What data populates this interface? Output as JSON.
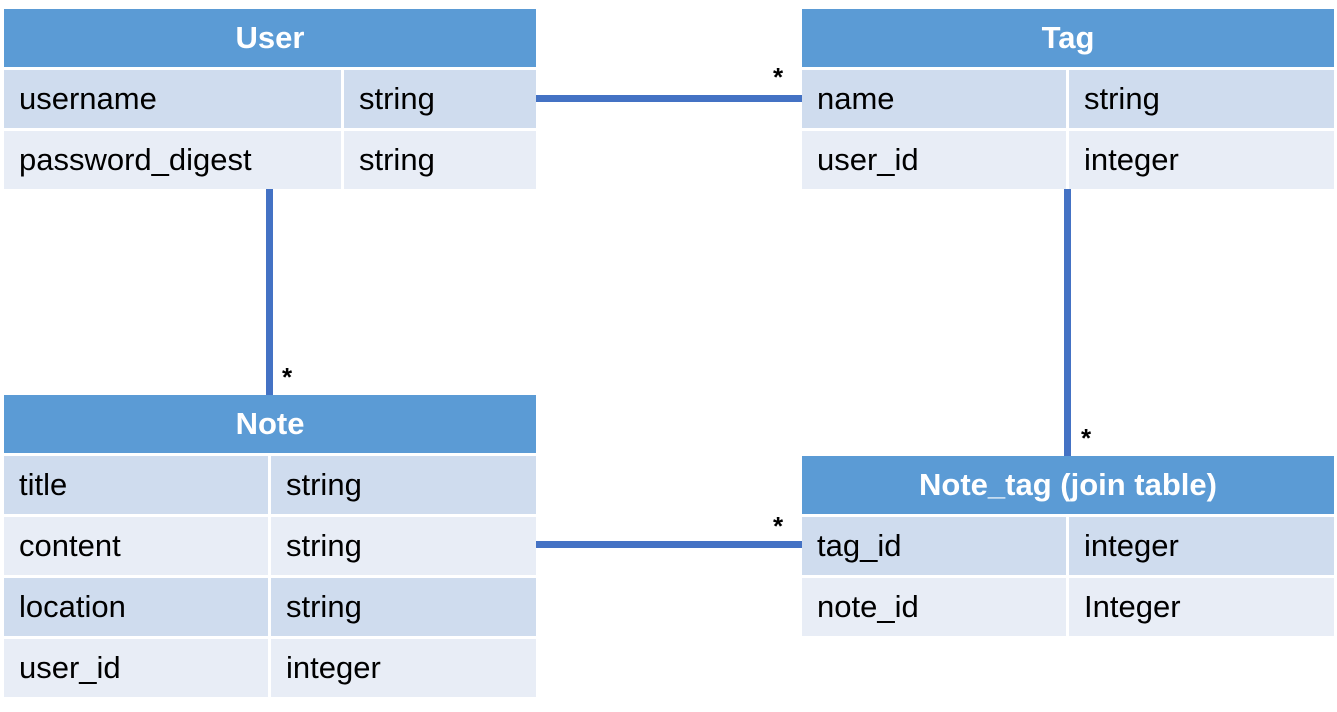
{
  "entities": {
    "user": {
      "title": "User",
      "rows": [
        {
          "field": "username",
          "type": "string"
        },
        {
          "field": "password_digest",
          "type": "string"
        }
      ]
    },
    "tag": {
      "title": "Tag",
      "rows": [
        {
          "field": "name",
          "type": "string"
        },
        {
          "field": "user_id",
          "type": "integer"
        }
      ]
    },
    "note": {
      "title": "Note",
      "rows": [
        {
          "field": "title",
          "type": "string"
        },
        {
          "field": "content",
          "type": "string"
        },
        {
          "field": "location",
          "type": "string"
        },
        {
          "field": "user_id",
          "type": "integer"
        }
      ]
    },
    "note_tag": {
      "title": "Note_tag (join table)",
      "rows": [
        {
          "field": "tag_id",
          "type": "integer"
        },
        {
          "field": "note_id",
          "type": "Integer"
        }
      ]
    }
  },
  "relations": {
    "user_tag": {
      "multiplicity": "*"
    },
    "user_note": {
      "multiplicity": "*"
    },
    "tag_note_tag": {
      "multiplicity": "*"
    },
    "note_note_tag": {
      "multiplicity": "*"
    }
  },
  "colors": {
    "header": "#5b9bd5",
    "row_dark": "#cfdcee",
    "row_light": "#e8edf6",
    "connector": "#4472c4"
  }
}
